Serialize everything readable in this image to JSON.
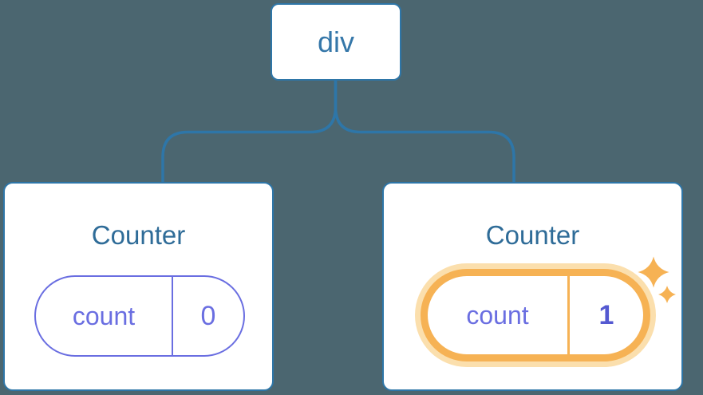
{
  "colors": {
    "background": "#4b6670",
    "node_border": "#2e76a8",
    "connector": "#2e76a8",
    "root_label": "#3577a9",
    "card_title": "#2f6c98",
    "state_purple": "#6a6ee1",
    "state_value_indigo": "#5459d1",
    "highlight_orange": "#f6b254",
    "highlight_glow": "#fbdfad",
    "card_bg": "#ffffff"
  },
  "tree": {
    "root": {
      "label": "div"
    },
    "children": [
      {
        "title": "Counter",
        "state": {
          "key": "count",
          "value": "0"
        },
        "highlighted": false
      },
      {
        "title": "Counter",
        "state": {
          "key": "count",
          "value": "1"
        },
        "highlighted": true,
        "badge_icon": "sparkles-icon"
      }
    ]
  }
}
